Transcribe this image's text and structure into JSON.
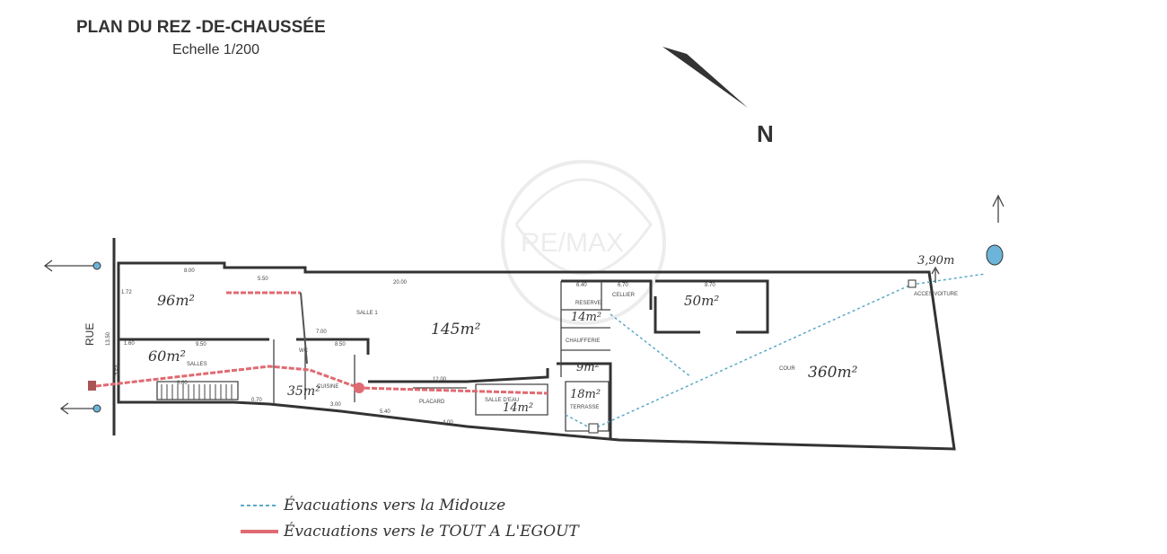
{
  "header": {
    "title": "PLAN DU REZ -DE-CHAUSSÉE",
    "scale": "Echelle 1/200"
  },
  "north_label": "N",
  "street_label": "RUE",
  "watermark": "RE/MAX",
  "areas": {
    "salle1_front": "96m²",
    "salles": "60m²",
    "cuisine": "35m²",
    "salle1": "145m²",
    "reserve": "14m²",
    "wc_small": "9m²",
    "terrasse": "18m²",
    "salle_eau": "14m²",
    "annex": "50m²",
    "cour": "360m²",
    "access_width": "3,90m"
  },
  "rooms": {
    "salle1": "SALLE 1",
    "salles": "SALLES",
    "cuisine": "CUISINE",
    "reserve": "RESERVE",
    "cellier": "CELLIER",
    "chaufferie": "CHAUFFERIE",
    "terrasse": "TERRASSE",
    "salle_eau": "SALLE D'EAU",
    "placard": "PLACARD",
    "cour": "COUR",
    "acces": "ACCES VOITURE",
    "wc": "WC"
  },
  "dimensions": [
    "8.00",
    "5.50",
    "20.00",
    "7.00",
    "9.50",
    "8.50",
    "12.00",
    "3.00",
    "5.40",
    "4.00",
    "0.70",
    "8.60",
    "1.60",
    "1.72",
    "6.40",
    "6.70",
    "8.70",
    "2.50",
    "13.50"
  ],
  "legend": [
    {
      "label": "Évacuations vers la Midouze",
      "color": "#5aa9c7"
    },
    {
      "label": "Évacuations vers le TOUT A L'EGOUT",
      "color": "#e06a72"
    }
  ]
}
